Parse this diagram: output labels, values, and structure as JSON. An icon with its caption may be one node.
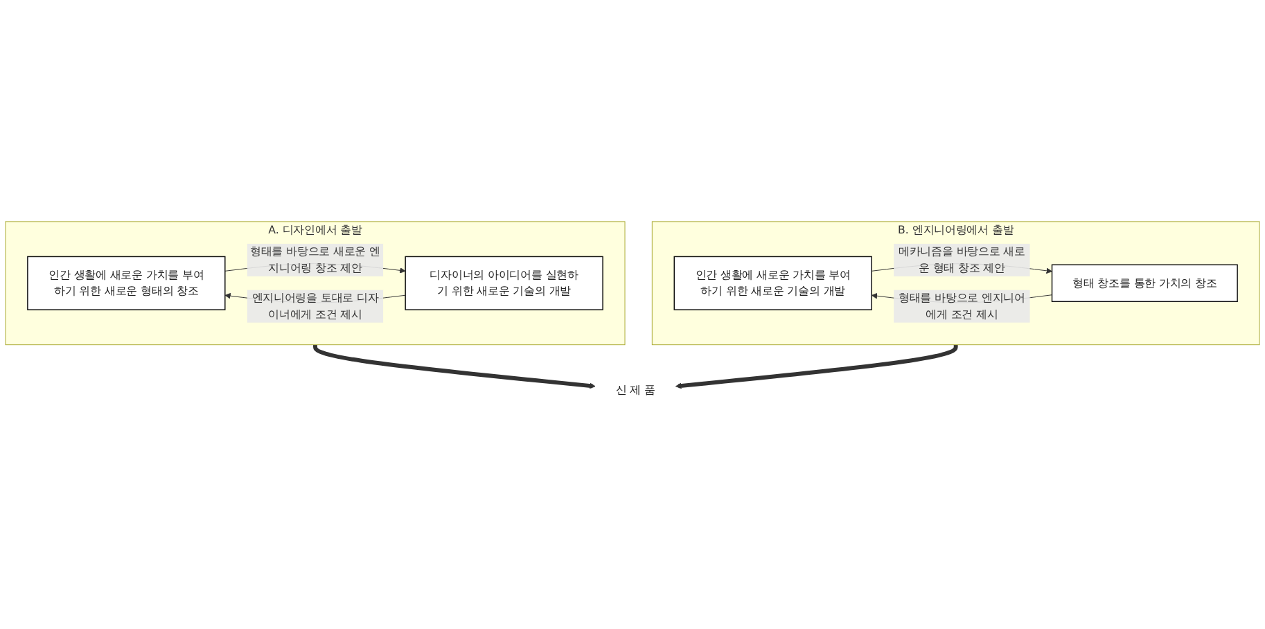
{
  "diagram": {
    "nodes": [
      {
        "text": [
          "A. 디자인에서 출발"
        ]
      },
      {
        "text": [
          "인간 생활에 새로운 가치를 부여하기 위한 새로운 형태의 창조"
        ],
        "in": 0
      },
      {
        "text": [
          "디자이너의 아이디어를 실현하기 위한 새로운 기술의 개발"
        ],
        "in": 0
      },
      {
        "text": [
          "신 제 품"
        ]
      },
      {
        "text": [
          "B. 엔지니어링에서 출발"
        ]
      },
      {
        "text": [
          "인간 생활에 새로운 가치를 부여하기 위한 새로운 기술의 개발"
        ],
        "in": 4
      },
      {
        "text": [
          "형태 창조를 통한 가치의 창조"
        ],
        "in": 4
      }
    ],
    "edges": [
      {
        "from": 1,
        "to": 2,
        "arrow": "to",
        "label": "형태를 바탕으로 새로운 엔지니어링 창조 제안"
      },
      {
        "from": 2,
        "to": 1,
        "arrow": "to",
        "label": "엔지니어링을 토대로 디자이너에게 조건 제시"
      },
      {
        "from": 0,
        "to": 3,
        "arrow": "to",
        "style": "thick"
      },
      {
        "from": 4,
        "to": 3,
        "arrow": "to",
        "style": "thick"
      },
      {
        "from": 5,
        "to": 6,
        "arrow": "to",
        "label": "메카니즘을 바탕으로 새로운 형태 창조 제안"
      },
      {
        "from": 6,
        "to": 5,
        "arrow": "to",
        "label": "형태를 바탕으로 엔지니어에게 조건 제시"
      }
    ]
  }
}
